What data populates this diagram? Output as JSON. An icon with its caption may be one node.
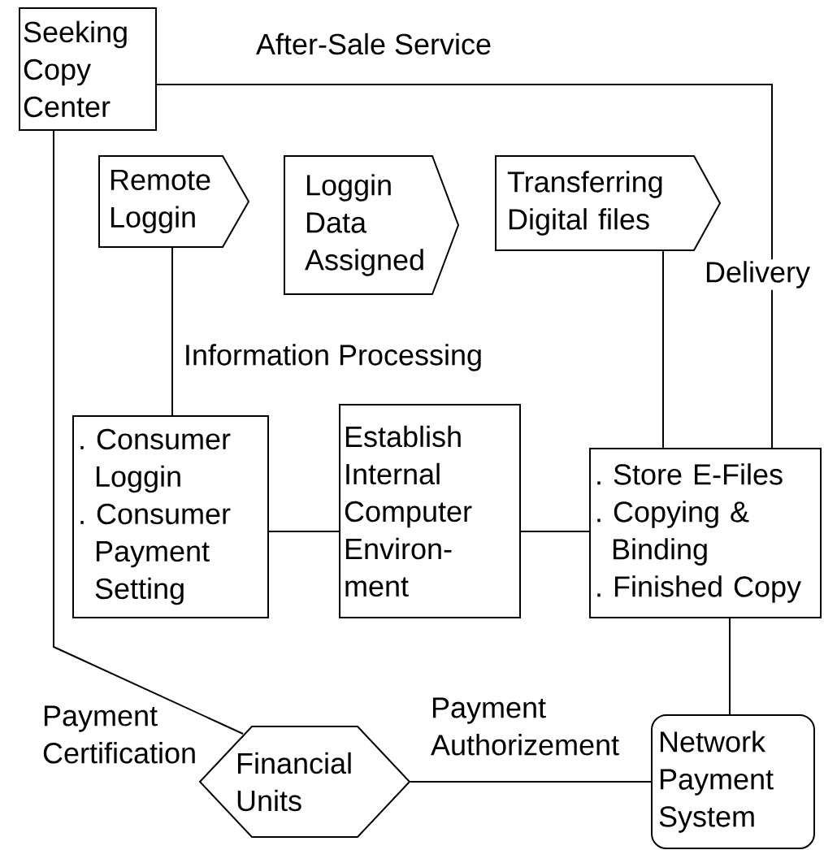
{
  "diagram": {
    "nodes": [
      {
        "text": [
          "Seeking Copy Center"
        ]
      },
      {
        "text": [
          "Remote Loggin"
        ]
      },
      {
        "text": [
          "Loggin Data Assigned"
        ]
      },
      {
        "text": [
          "Transferring Digital files"
        ]
      },
      {
        "text": [
          ". Consumer Loggin",
          ". Consumer Payment Setting"
        ]
      },
      {
        "text": [
          "Establish Internal Computer Environ- ment"
        ]
      },
      {
        "text": [
          ". Store E-Files",
          ". Copying & Binding",
          ". Finished Copy"
        ]
      },
      {
        "text": [
          "Financial Units"
        ]
      },
      {
        "text": [
          "Network Payment System"
        ]
      }
    ],
    "edges": [
      {
        "from": 0,
        "to": 6,
        "arrow": "none",
        "label": "After-Sale Service"
      },
      {
        "from": 1,
        "to": 4,
        "arrow": "none",
        "label": "Information Processing"
      },
      {
        "from": 3,
        "to": 6,
        "arrow": "none"
      },
      {
        "from": 4,
        "to": 5,
        "arrow": "none"
      },
      {
        "from": 5,
        "to": 6,
        "arrow": "none"
      },
      {
        "from": 6,
        "to": 8,
        "arrow": "none"
      },
      {
        "from": 0,
        "to": 7,
        "arrow": "none",
        "label": "Payment Certification"
      },
      {
        "from": 7,
        "to": 8,
        "arrow": "none",
        "label": "Payment Authorizement"
      }
    ],
    "labels": [
      "Delivery"
    ]
  }
}
